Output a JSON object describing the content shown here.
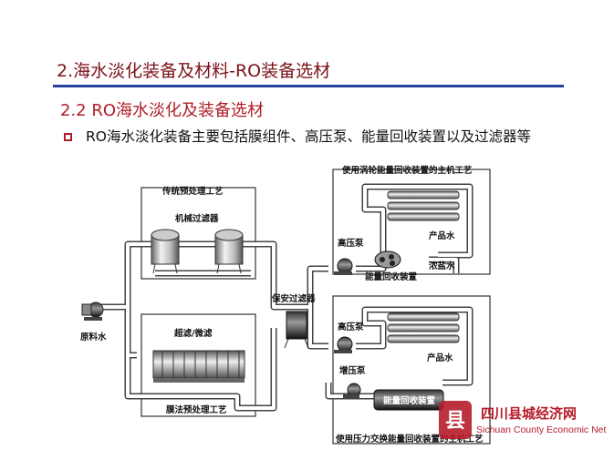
{
  "slide": {
    "title": "2.海水淡化装备及材料-RO装备选材",
    "subtitle": "2.2 RO海水淡化及装备选材",
    "bullet": "RO海水淡化装备主要包括膜组件、高压泵、能量回收装置以及过滤器等"
  },
  "diagram": {
    "traditional_pretreat": "传统预处理工艺",
    "mechanical_filter": "机械过滤器",
    "ultra_micro_filter": "超滤/微滤",
    "membrane_pretreat": "膜法预处理工艺",
    "raw_water": "原料水",
    "security_filter": "保安过滤器",
    "turbine_process": "使用涡轮能量回收装置的主机工艺",
    "high_pressure_pump_1": "高压泵",
    "product_water_1": "产品水",
    "brine": "浓盐水",
    "energy_recovery_1": "能量回收装置",
    "high_pressure_pump_2": "高压泵",
    "product_water_2": "产品水",
    "booster_pump": "增压泵",
    "energy_recovery_2": "能量回收装置",
    "pressure_exchange_process": "使用压力交换能量回收装置的主机工艺"
  },
  "watermark": {
    "name_cn": "四川县城经济网",
    "name_en": "Sichuan County Economic Net",
    "logo_char": "县"
  },
  "colors": {
    "title": "#7b1219",
    "rule": "#2a3f9e",
    "subtitle": "#b01e28",
    "watermark": "#b61c2a"
  }
}
